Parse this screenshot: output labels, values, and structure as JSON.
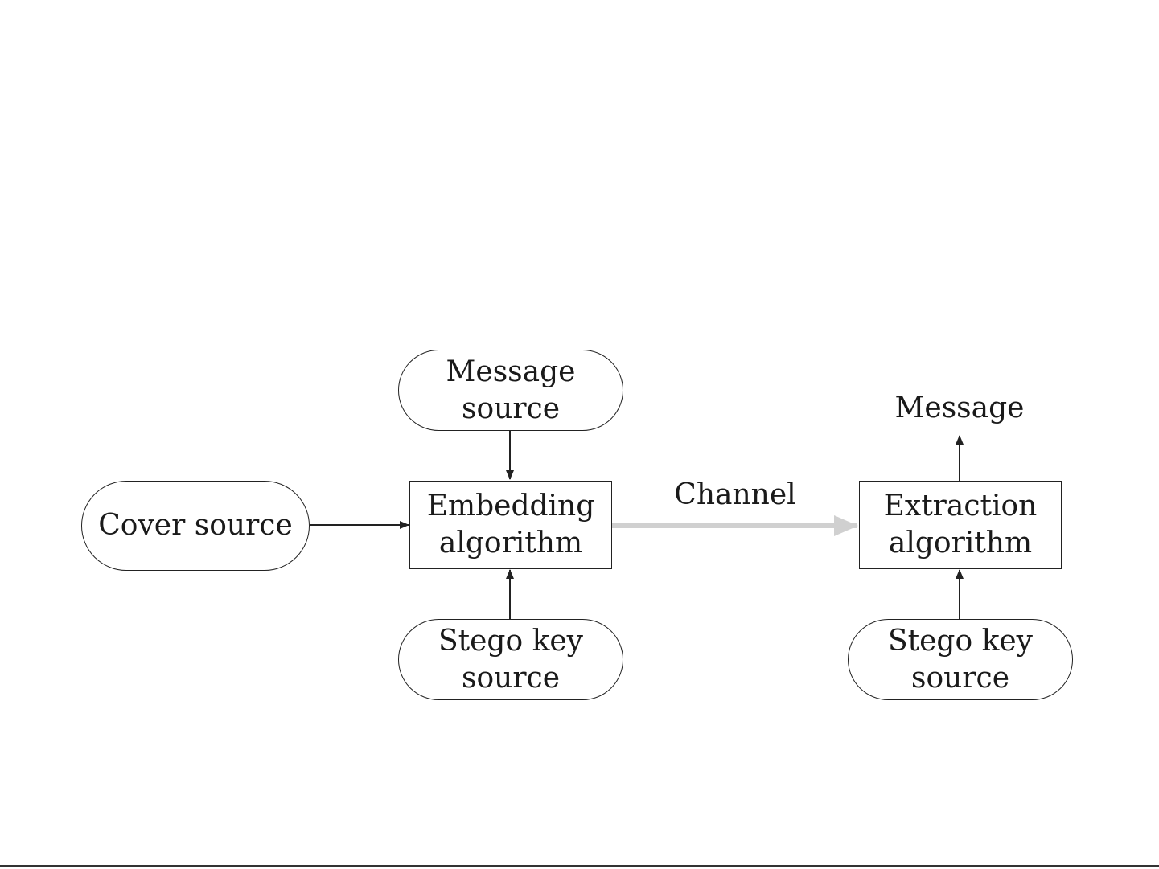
{
  "diagram": {
    "nodes": {
      "message_source": {
        "lines": [
          "Message",
          "source"
        ]
      },
      "cover_source": {
        "lines": [
          "Cover source"
        ]
      },
      "embedding_algorithm": {
        "lines": [
          "Embedding",
          "algorithm"
        ]
      },
      "stego_key_source_left": {
        "lines": [
          "Stego key",
          "source"
        ]
      },
      "extraction_algorithm": {
        "lines": [
          "Extraction",
          "algorithm"
        ]
      },
      "stego_key_source_right": {
        "lines": [
          "Stego key",
          "source"
        ]
      }
    },
    "labels": {
      "channel": "Channel",
      "message_output": "Message"
    },
    "edges": [
      {
        "from": "message_source",
        "to": "embedding_algorithm"
      },
      {
        "from": "cover_source",
        "to": "embedding_algorithm"
      },
      {
        "from": "stego_key_source_left",
        "to": "embedding_algorithm"
      },
      {
        "from": "embedding_algorithm",
        "to": "extraction_algorithm",
        "label": "Channel"
      },
      {
        "from": "stego_key_source_right",
        "to": "extraction_algorithm"
      },
      {
        "from": "extraction_algorithm",
        "to": "message_output"
      }
    ],
    "colors": {
      "stroke": "#222222",
      "text": "#1a1a1a",
      "channel_arrow": "#d0d0d0",
      "background": "#ffffff"
    }
  }
}
